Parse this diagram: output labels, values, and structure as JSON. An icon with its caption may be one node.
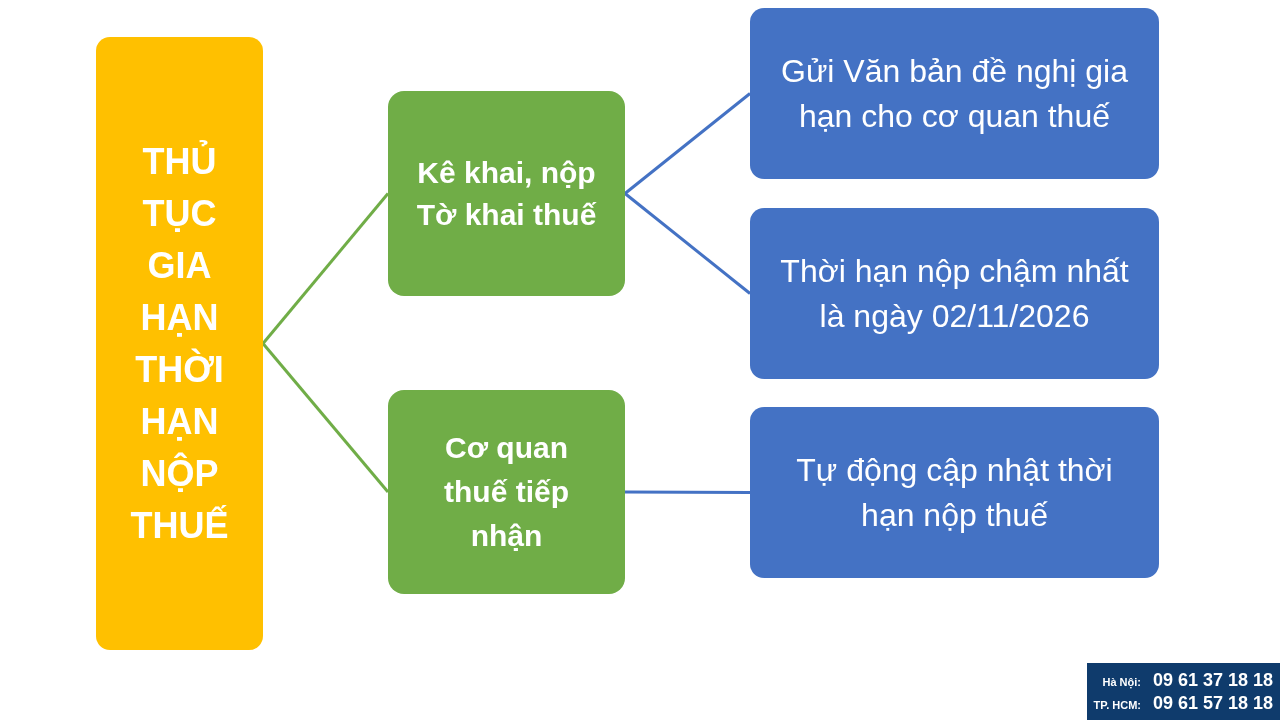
{
  "diagram": {
    "nodes": [
      {
        "text": [
          "THỦ TỤC GIA HẠN THỜI HẠN NỘP THUẾ"
        ]
      },
      {
        "text": [
          "Kê khai, nộp Tờ khai thuế"
        ]
      },
      {
        "text": [
          "Cơ quan thuế tiếp nhận"
        ]
      },
      {
        "text": [
          "Gửi Văn bản đề nghị gia hạn cho cơ quan thuế"
        ]
      },
      {
        "text": [
          "Thời hạn nộp chậm nhất là ngày 02/11/2026"
        ]
      },
      {
        "text": [
          "Tự động cập nhật thời hạn nộp thuế"
        ]
      }
    ],
    "edges": [
      {
        "from": 0,
        "to": 1,
        "arrow": "none",
        "color": "#70ad47"
      },
      {
        "from": 0,
        "to": 2,
        "arrow": "none",
        "color": "#70ad47"
      },
      {
        "from": 1,
        "to": 3,
        "arrow": "none"
      },
      {
        "from": 1,
        "to": 4,
        "arrow": "none"
      },
      {
        "from": 2,
        "to": 5,
        "arrow": "none"
      }
    ],
    "labels": [
      "Hà Nội:",
      "09 61 37 18 18",
      "TP. HCM:",
      "09 61 57 18 18"
    ]
  }
}
